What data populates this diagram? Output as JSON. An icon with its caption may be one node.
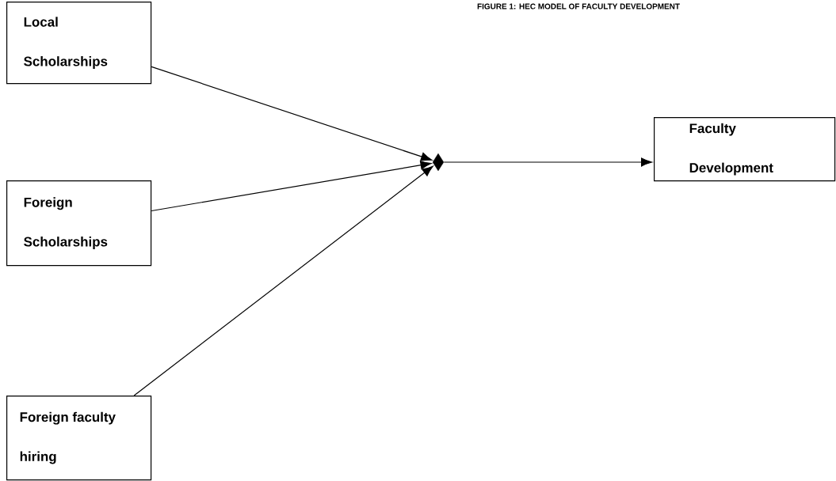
{
  "diagram": {
    "title": "FIGURE 1: HEC MODEL OF FACULTY DEVELOPMENT",
    "nodes": [
      {
        "text": [
          "Local Scholarships"
        ]
      },
      {
        "text": [
          "Foreign Scholarships"
        ]
      },
      {
        "text": [
          "Foreign faculty hiring"
        ]
      },
      {
        "text": [],
        "shape": "diamond"
      },
      {
        "text": [
          "Faculty Development"
        ]
      }
    ],
    "edges": [
      {
        "from": 0,
        "to": 3,
        "arrow": "to"
      },
      {
        "from": 1,
        "to": 3,
        "arrow": "to"
      },
      {
        "from": 2,
        "to": 3,
        "arrow": "to"
      },
      {
        "from": 3,
        "to": 4,
        "arrow": "to"
      }
    ]
  }
}
